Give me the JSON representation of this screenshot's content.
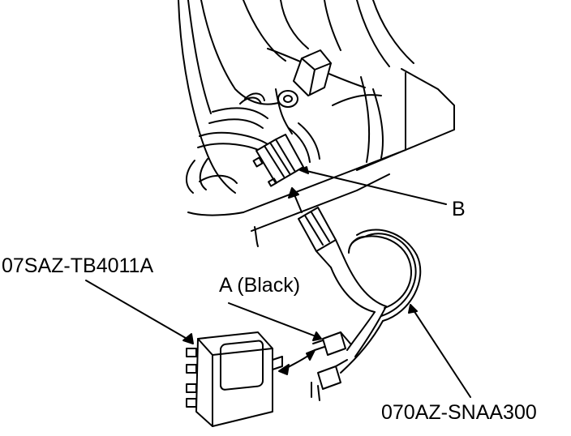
{
  "callouts": {
    "b": "B",
    "tool_tb": "07SAZ-TB4011A",
    "a": "A (Black)",
    "tool_sn": "070AZ-SNAA300"
  },
  "colors": {
    "ink": "#000000",
    "paper": "#ffffff"
  }
}
